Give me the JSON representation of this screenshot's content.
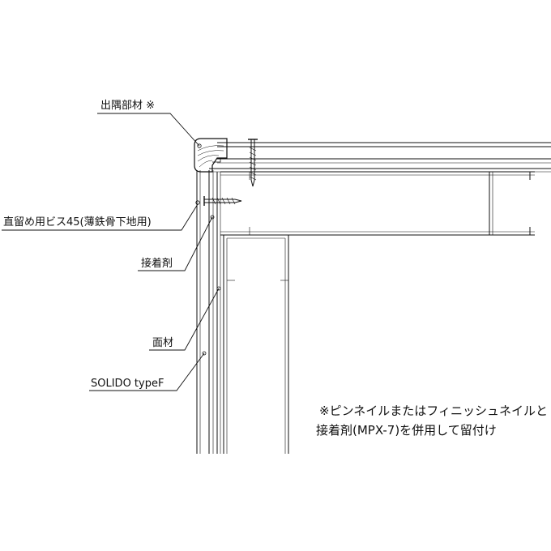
{
  "labels": {
    "corner_member": "出隅部材 ※",
    "screw": "直留め用ビス45(薄鉄骨下地用)",
    "adhesive": "接着剤",
    "face_material": "面材",
    "product": "SOLIDO typeF"
  },
  "note": {
    "line1": "※ピンネイルまたはフィニッシュネイルと",
    "line2": "接着剤(MPX-7)を併用して留付け"
  },
  "colors": {
    "line": "#111111",
    "background": "#ffffff"
  }
}
